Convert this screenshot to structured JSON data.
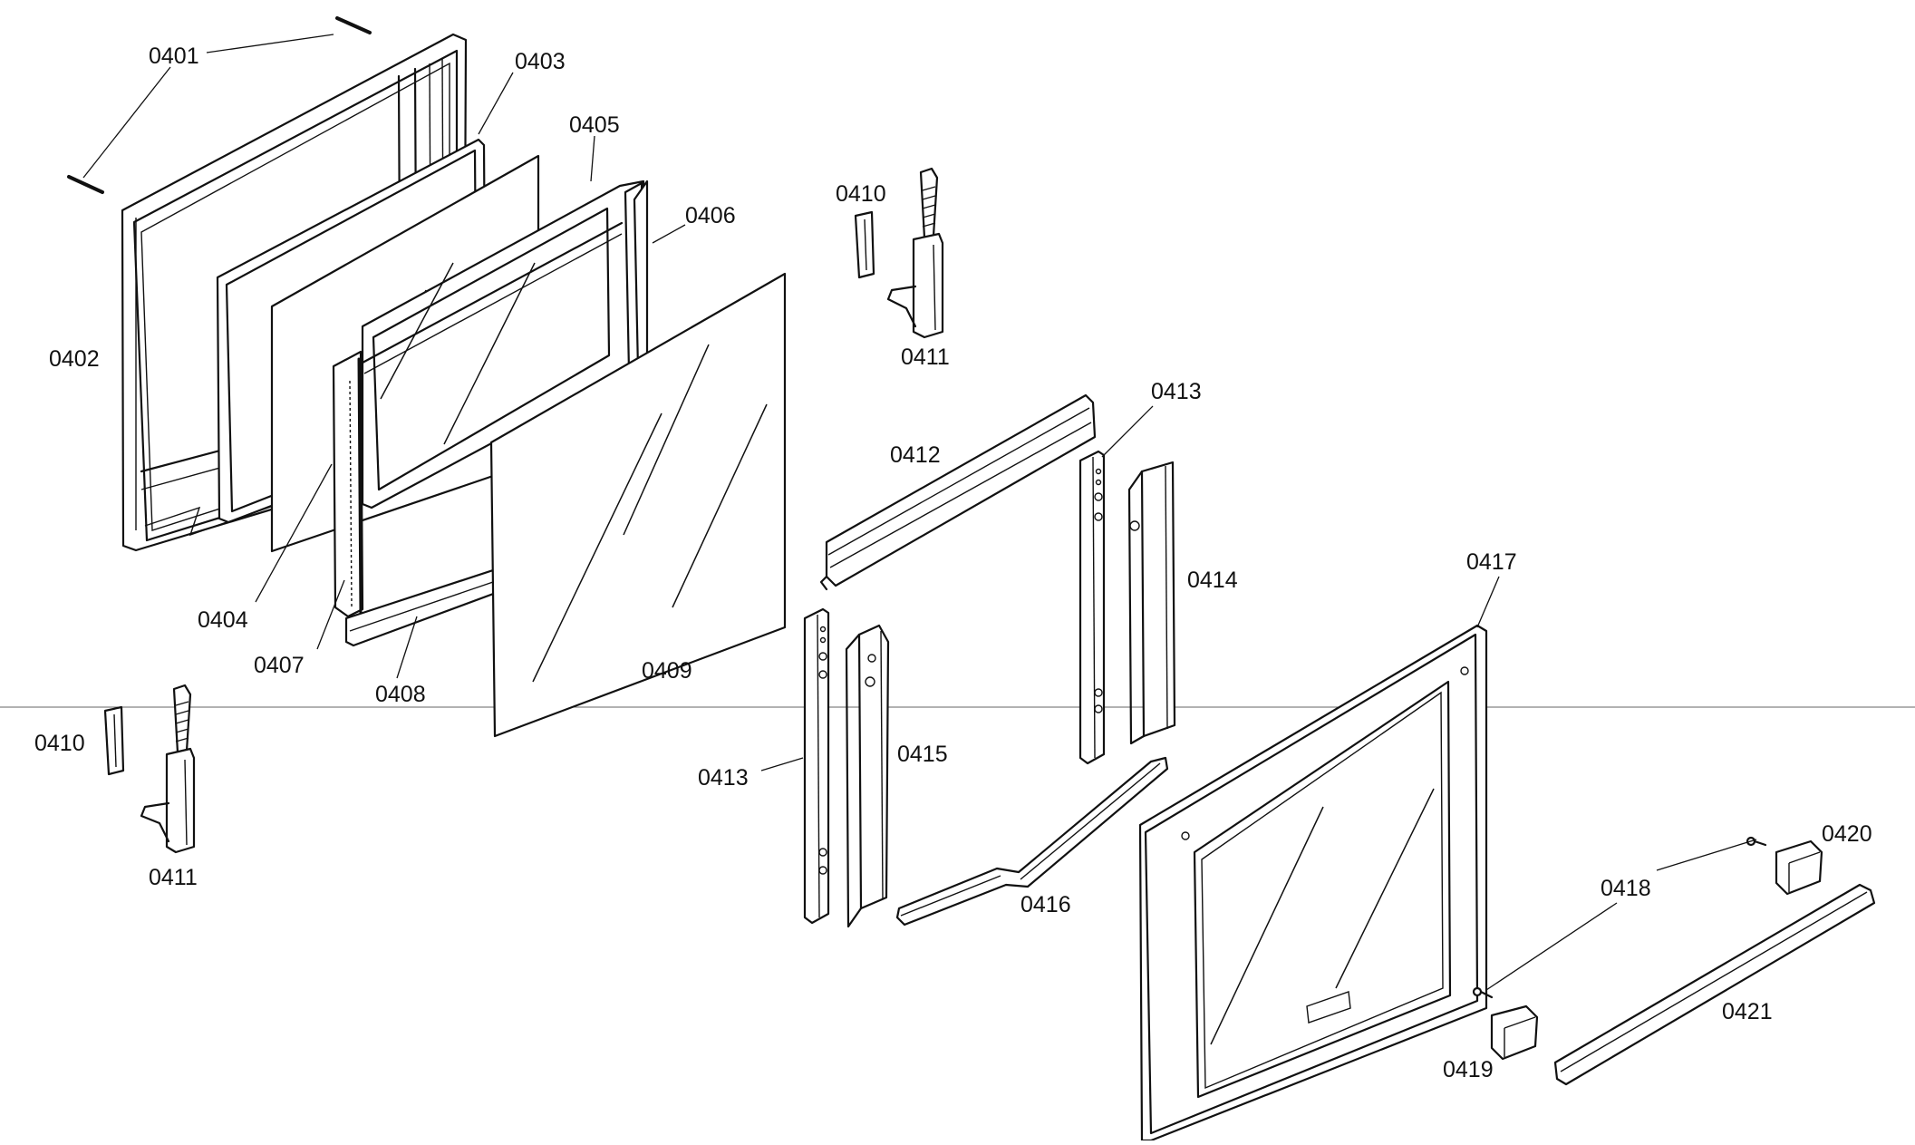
{
  "labels": {
    "p0401": "0401",
    "p0402": "0402",
    "p0403": "0403",
    "p0404": "0404",
    "p0405": "0405",
    "p0406": "0406",
    "p0407": "0407",
    "p0408": "0408",
    "p0409": "0409",
    "p0410": "0410",
    "p0411": "0411",
    "p0412": "0412",
    "p0413": "0413",
    "p0414": "0414",
    "p0415": "0415",
    "p0416": "0416",
    "p0417": "0417",
    "p0418": "0418",
    "p0419": "0419",
    "p0420": "0420",
    "p0421": "0421"
  }
}
